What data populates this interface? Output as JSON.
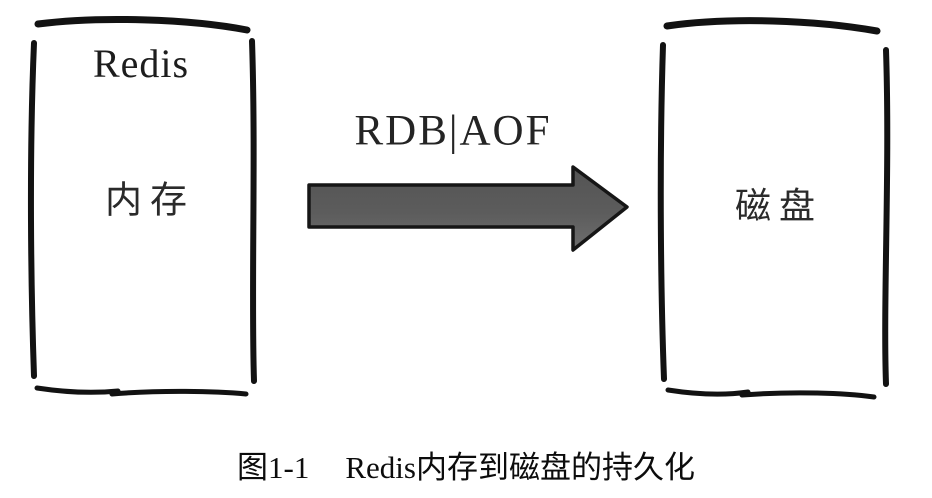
{
  "diagram": {
    "left_box": {
      "title": "Redis",
      "label": "内存"
    },
    "arrow": {
      "label": "RDB|AOF",
      "direction": "right",
      "fill_color": "#5a5a5a",
      "outline_color": "#161616"
    },
    "right_box": {
      "label": "磁盘"
    },
    "stroke_color": "#121212",
    "background_color": "#ffffff"
  },
  "caption": {
    "number": "图1-1",
    "title": "Redis内存到磁盘的持久化"
  }
}
